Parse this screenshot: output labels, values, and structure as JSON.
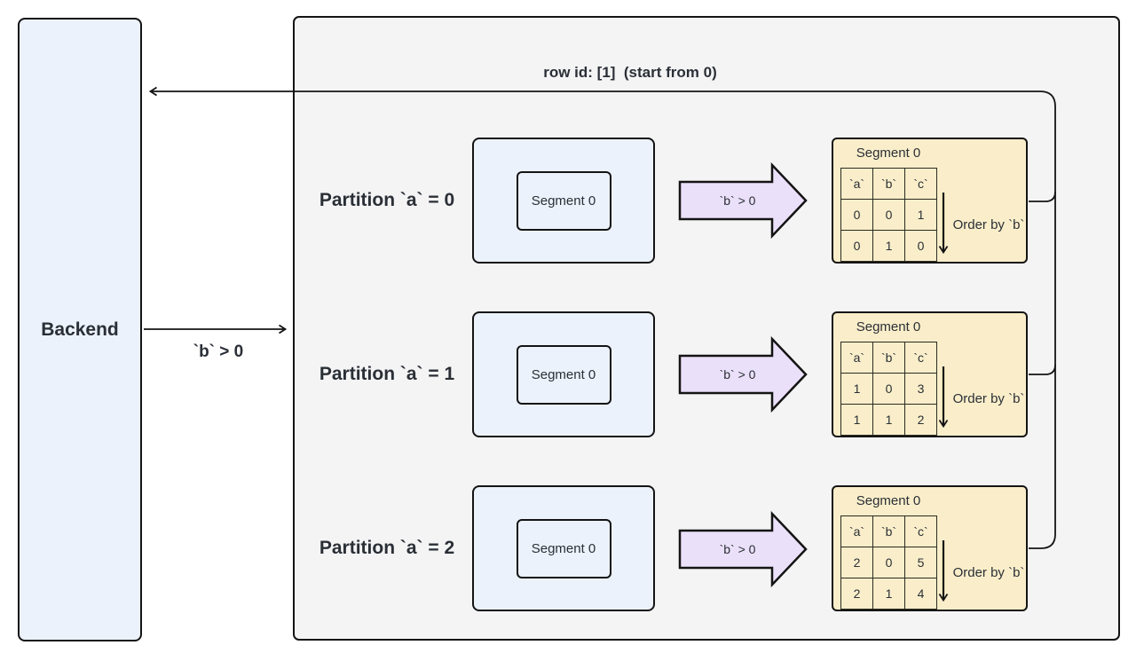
{
  "backend": {
    "label": "Backend"
  },
  "arrows": {
    "return_label": "row id: [1]  (start from 0)",
    "feed_label": "`b` > 0"
  },
  "partitions": [
    {
      "label": "Partition `a` = 0",
      "segment_label": "Segment 0",
      "filter_label": "`b` > 0",
      "result": {
        "title": "Segment 0",
        "columns": [
          "`a`",
          "`b`",
          "`c`"
        ],
        "rows": [
          [
            "0",
            "0",
            "1"
          ],
          [
            "0",
            "1",
            "0"
          ]
        ],
        "order_label": "Order by `b`"
      }
    },
    {
      "label": "Partition `a` = 1",
      "segment_label": "Segment 0",
      "filter_label": "`b` > 0",
      "result": {
        "title": "Segment 0",
        "columns": [
          "`a`",
          "`b`",
          "`c`"
        ],
        "rows": [
          [
            "1",
            "0",
            "3"
          ],
          [
            "1",
            "1",
            "2"
          ]
        ],
        "order_label": "Order by `b`"
      }
    },
    {
      "label": "Partition `a` = 2",
      "segment_label": "Segment 0",
      "filter_label": "`b` > 0",
      "result": {
        "title": "Segment 0",
        "columns": [
          "`a`",
          "`b`",
          "`c`"
        ],
        "rows": [
          [
            "2",
            "0",
            "5"
          ],
          [
            "2",
            "1",
            "4"
          ]
        ],
        "order_label": "Order by `b`"
      }
    }
  ],
  "colors": {
    "node_fill": "#ecf2fb",
    "container_fill": "#f4f4f5",
    "result_fill": "#faeeca",
    "filter_fill": "#ebe0f9",
    "stroke": "#141414",
    "text": "#2a2f36"
  }
}
